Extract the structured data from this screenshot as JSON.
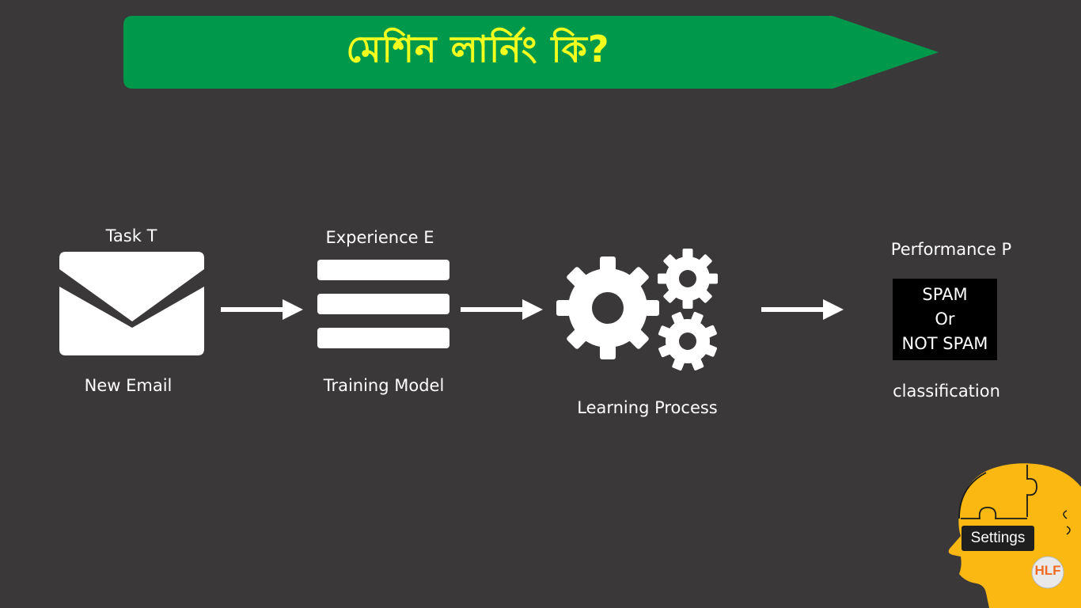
{
  "title": "মেশিন লার্নিং কি?",
  "colors": {
    "background": "#3a3839",
    "banner": "#00994c",
    "title_text": "#f2ff1e",
    "icon": "#ffffff",
    "output_box": "#000000",
    "logo_head": "#fbb813"
  },
  "steps": [
    {
      "top_label": "Task T",
      "bottom_label": "New Email",
      "icon": "envelope-icon"
    },
    {
      "top_label": "Experience E",
      "bottom_label": "Training Model",
      "icon": "stacked-bars-icon"
    },
    {
      "top_label": "",
      "bottom_label": "Learning Process",
      "icon": "gears-icon"
    },
    {
      "top_label": "Performance P",
      "bottom_label": "classification",
      "output_lines": [
        "SPAM",
        "Or",
        "NOT SPAM"
      ]
    }
  ],
  "overlay": {
    "tooltip": "Settings",
    "logo_text": "HLF",
    "logo_icon": "puzzle-head-icon"
  }
}
